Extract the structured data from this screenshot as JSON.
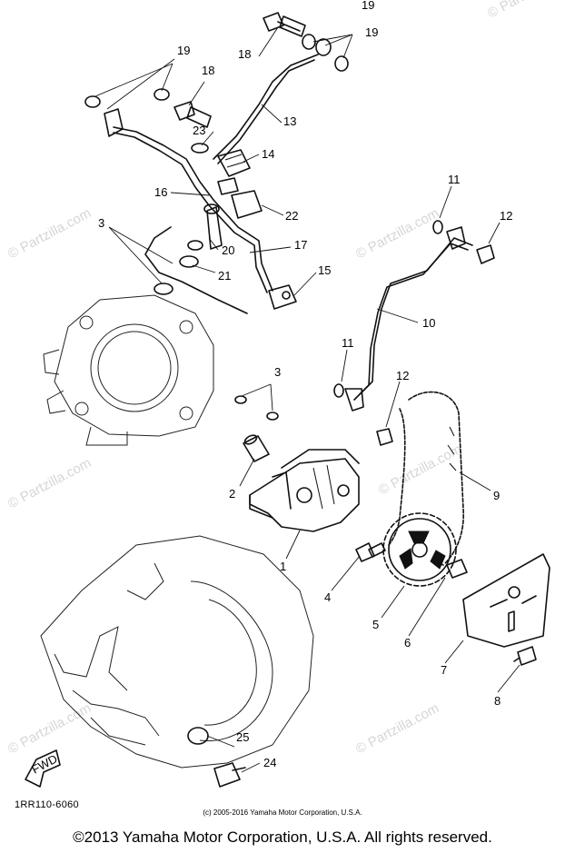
{
  "figure_code": "1RR110-6060",
  "inner_copyright": "(c) 2005-2016 Yamaha Motor Corporation, U.S.A.",
  "footer_copyright": "©2013 Yamaha Motor Corporation, U.S.A. All rights reserved.",
  "watermark": "© Partzilla.com",
  "fwd_label": "FWD",
  "callouts": [
    "1",
    "2",
    "3",
    "4",
    "5",
    "6",
    "7",
    "8",
    "9",
    "10",
    "11",
    "11",
    "12",
    "12",
    "13",
    "14",
    "15",
    "16",
    "17",
    "18",
    "18",
    "19",
    "19",
    "19",
    "20",
    "21",
    "22",
    "23",
    "24",
    "25",
    "3"
  ]
}
